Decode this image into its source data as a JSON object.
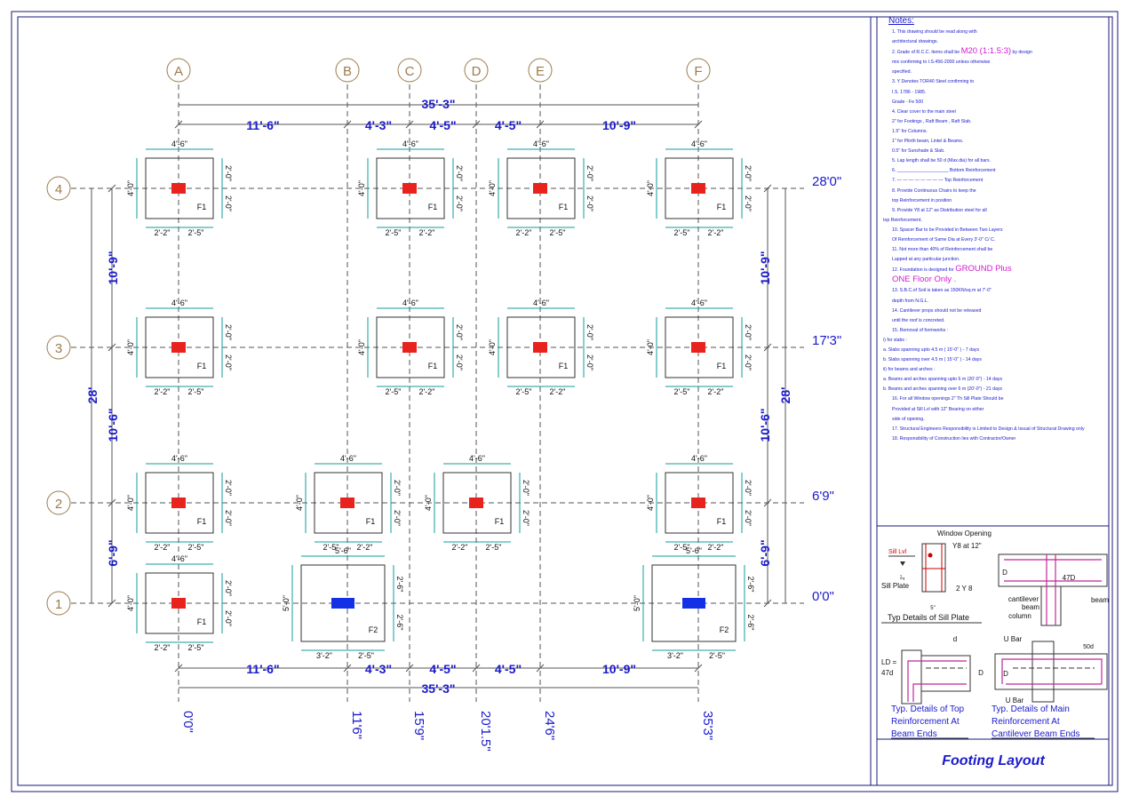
{
  "drawing_title": "Footing Layout",
  "grid": {
    "columns": [
      {
        "label": "A",
        "coord": "0'0\""
      },
      {
        "label": "B",
        "coord": "11'6\""
      },
      {
        "label": "C",
        "coord": "15'9\""
      },
      {
        "label": "D",
        "coord": "20'1.5\""
      },
      {
        "label": "E",
        "coord": "24'6\""
      },
      {
        "label": "F",
        "coord": "35'3\""
      }
    ],
    "rows": [
      {
        "label": "4",
        "coord": "28'0\""
      },
      {
        "label": "3",
        "coord": "17'3\""
      },
      {
        "label": "2",
        "coord": "6'9\""
      },
      {
        "label": "1",
        "coord": "0'0\""
      }
    ]
  },
  "dimensions": {
    "overall_horizontal": "35'-3\"",
    "horizontal_segments": [
      "11'-6\"",
      "4'-3\"",
      "4'-5\"",
      "4'-5\"",
      "10'-9\""
    ],
    "overall_vertical": "28'",
    "vertical_segments": [
      "10'-9\"",
      "10'-6\"",
      "6'-9\""
    ]
  },
  "footings": [
    {
      "col": "A",
      "row": "4",
      "mark": "F1",
      "width": "4'-6\"",
      "height": "4'-0\"",
      "side_top": "2'-0\"",
      "side_bottom": "2'-0\"",
      "left_dim": "2'-2\"",
      "right_dim": "2'-5\"",
      "column_color": "#e8231e"
    },
    {
      "col": "C",
      "row": "4",
      "mark": "F1",
      "width": "4'-6\"",
      "height": "4'-0\"",
      "side_top": "2'-0\"",
      "side_bottom": "2'-0\"",
      "left_dim": "2'-5\"",
      "right_dim": "2'-2\"",
      "column_color": "#e8231e"
    },
    {
      "col": "E",
      "row": "4",
      "mark": "F1",
      "width": "4'-6\"",
      "height": "4'-0\"",
      "side_top": "2'-0\"",
      "side_bottom": "2'-0\"",
      "left_dim": "2'-2\"",
      "right_dim": "2'-5\"",
      "column_color": "#e8231e"
    },
    {
      "col": "F",
      "row": "4",
      "mark": "F1",
      "width": "4'-6\"",
      "height": "4'-0\"",
      "side_top": "2'-0\"",
      "side_bottom": "2'-0\"",
      "left_dim": "2'-5\"",
      "right_dim": "2'-2\"",
      "column_color": "#e8231e"
    },
    {
      "col": "A",
      "row": "3",
      "mark": "F1",
      "width": "4'-6\"",
      "height": "4'-0\"",
      "side_top": "2'-0\"",
      "side_bottom": "2'-0\"",
      "left_dim": "2'-2\"",
      "right_dim": "2'-5\"",
      "column_color": "#e8231e"
    },
    {
      "col": "C",
      "row": "3",
      "mark": "F1",
      "width": "4'-6\"",
      "height": "4'-0\"",
      "side_top": "2'-0\"",
      "side_bottom": "2'-0\"",
      "left_dim": "2'-5\"",
      "right_dim": "2'-2\"",
      "column_color": "#e8231e"
    },
    {
      "col": "E",
      "row": "3",
      "mark": "F1",
      "width": "4'-6\"",
      "height": "4'-0\"",
      "side_top": "2'-0\"",
      "side_bottom": "2'-0\"",
      "left_dim": "2'-5\"",
      "right_dim": "2'-2\"",
      "column_color": "#e8231e"
    },
    {
      "col": "F",
      "row": "3",
      "mark": "F1",
      "width": "4'-6\"",
      "height": "4'-0\"",
      "side_top": "2'-0\"",
      "side_bottom": "2'-0\"",
      "left_dim": "2'-5\"",
      "right_dim": "2'-2\"",
      "column_color": "#e8231e"
    },
    {
      "col": "A",
      "row": "2",
      "mark": "F1",
      "width": "4'-6\"",
      "height": "4'-0\"",
      "side_top": "2'-0\"",
      "side_bottom": "2'-0\"",
      "left_dim": "2'-2\"",
      "right_dim": "2'-5\"",
      "column_color": "#e8231e"
    },
    {
      "col": "B",
      "row": "2",
      "mark": "F1",
      "width": "4'-6\"",
      "height": "4'-0\"",
      "side_top": "2'-0\"",
      "side_bottom": "2'-0\"",
      "left_dim": "2'-5\"",
      "right_dim": "2'-2\"",
      "column_color": "#e8231e"
    },
    {
      "col": "D",
      "row": "2",
      "mark": "F1",
      "width": "4'-6\"",
      "height": "4'-0\"",
      "side_top": "2'-0\"",
      "side_bottom": "2'-0\"",
      "left_dim": "2'-2\"",
      "right_dim": "2'-5\"",
      "column_color": "#e8231e"
    },
    {
      "col": "F",
      "row": "2",
      "mark": "F1",
      "width": "4'-6\"",
      "height": "4'-0\"",
      "side_top": "2'-0\"",
      "side_bottom": "2'-0\"",
      "left_dim": "2'-5\"",
      "right_dim": "2'-2\"",
      "column_color": "#e8231e"
    },
    {
      "col": "A",
      "row": "1",
      "mark": "F1",
      "width": "4'-6\"",
      "height": "4'-0\"",
      "side_top": "2'-0\"",
      "side_bottom": "2'-0\"",
      "left_dim": "2'-2\"",
      "right_dim": "2'-5\"",
      "column_color": "#e8231e"
    },
    {
      "col": "B",
      "row": "1",
      "mark": "F2",
      "width": "5'-6\"",
      "height": "5'-0\"",
      "side_top": "2'-6\"",
      "side_bottom": "2'-6\"",
      "left_dim": "3'-2\"",
      "right_dim": "2'-5\"",
      "column_color": "#1330e6"
    },
    {
      "col": "F",
      "row": "1",
      "mark": "F2",
      "width": "5'-6\"",
      "height": "5'-0\"",
      "side_top": "2'-6\"",
      "side_bottom": "2'-6\"",
      "left_dim": "3'-2\"",
      "right_dim": "2'-5\"",
      "column_color": "#1330e6"
    }
  ],
  "notes": {
    "heading": "Notes:",
    "items": [
      {
        "pre": "1.  This drawing should be read along with",
        "big": "",
        "post": ""
      },
      {
        "pre": "      architectural drawings.",
        "big": "",
        "post": ""
      },
      {
        "pre": "2.  Grade of R.C.C. items shall be ",
        "big": "M20 (1:1.5:3)",
        "post": "     by design"
      },
      {
        "pre": "      mix confirming to I.S.456-2000 unless otherwise",
        "big": "",
        "post": ""
      },
      {
        "pre": "      specified.",
        "big": "",
        "post": ""
      },
      {
        "pre": "3.  Y Denotes TOR40 Steel confirming to",
        "big": "",
        "post": ""
      },
      {
        "pre": "      I.S. 1786 - 1985.",
        "big": "",
        "post": ""
      },
      {
        "pre": "      Grade - Fe 500",
        "big": "",
        "post": ""
      },
      {
        "pre": "4.  Clear cover to the main steel",
        "big": "",
        "post": ""
      },
      {
        "pre": " 2\"  for Footings , Raft Beam , Raft Slab.",
        "big": "",
        "post": ""
      },
      {
        "pre": " 1.5\"  for Columns.",
        "big": "",
        "post": ""
      },
      {
        "pre": " 1\"   for Plinth beam, Lintel & Beams.",
        "big": "",
        "post": ""
      },
      {
        "pre": " 0.5\"  for Sunshade & Slab.",
        "big": "",
        "post": ""
      },
      {
        "pre": "5.  Lap length shall be 50 d (Max.dia) for all bars.",
        "big": "",
        "post": ""
      },
      {
        "pre": "6.  ____________________  Bottom Reinforcement",
        "big": "",
        "post": ""
      },
      {
        "pre": "7.  — — — — — — — —  Top Reinforcement",
        "big": "",
        "post": ""
      },
      {
        "pre": "8.  Provide Continuous Chairs to keep the",
        "big": "",
        "post": ""
      },
      {
        "pre": "      top Reinforcement in position",
        "big": "",
        "post": ""
      },
      {
        "pre": "9.  Provide Y8 at 12\" as Distribution steel for all",
        "big": "",
        "post": ""
      },
      {
        "pre": "top Reinforcement.",
        "big": "",
        "post": ""
      },
      {
        "pre": "10.  Spacer Bar to be Provided in Between Two Layers",
        "big": "",
        "post": ""
      },
      {
        "pre": "      Of Reinforcement of Same Dia at Every  3'-0\"  C/ C.",
        "big": "",
        "post": ""
      },
      {
        "pre": "11.  Not more than 40% of Reinforcement shall be",
        "big": "",
        "post": ""
      },
      {
        "pre": "      Lapped at any particular junction.",
        "big": "",
        "post": ""
      },
      {
        "pre": "12. Foundation is designed for          ",
        "big": "GROUND Plus",
        "post": ""
      },
      {
        "pre": "       ",
        "big": "ONE Floor Only .",
        "post": ""
      },
      {
        "pre": "13.  S.B.C.of Soil is taken as 150KN/sq.m  at 7'-0\"",
        "big": "",
        "post": ""
      },
      {
        "pre": "      depth from N.G.L.",
        "big": "",
        "post": ""
      },
      {
        "pre": "14.  Cantilever props should not be released",
        "big": "",
        "post": ""
      },
      {
        "pre": "      until the roof is concreted.",
        "big": "",
        "post": ""
      },
      {
        "pre": "15.  Removal of formworks :",
        "big": "",
        "post": ""
      },
      {
        "pre": "i)  for slabs :",
        "big": "",
        "post": ""
      },
      {
        "pre": "a.  Slabs spanning upto 4.5 m ( 15'-0\" ) - 7 days",
        "big": "",
        "post": ""
      },
      {
        "pre": "b.  Slabs spanning over 4.5 m ( 15'-0\" ) - 14 days",
        "big": "",
        "post": ""
      },
      {
        "pre": "ii) for beams and arches :",
        "big": "",
        "post": ""
      },
      {
        "pre": "a. Beams and arches spanning upto 6 m (20'-0\") - 14 days",
        "big": "",
        "post": ""
      },
      {
        "pre": "b. Beams and arches spanning over 6 m (20'-0\") - 21 days",
        "big": "",
        "post": ""
      },
      {
        "pre": "16.  For all Window openings 2\" Th Sill Plate Should be",
        "big": "",
        "post": ""
      },
      {
        "pre": "      Provided at Sill Lvl with 12\" Bearing on either",
        "big": "",
        "post": ""
      },
      {
        "pre": "      side of opening.",
        "big": "",
        "post": ""
      },
      {
        "pre": "17.  Structural Engineers Responsibility is Limited to Design & Issual of Structural Drawing only",
        "big": "",
        "post": ""
      },
      {
        "pre": "18.  Responsibility of Construction lies with Contractor/Owner",
        "big": "",
        "post": ""
      }
    ]
  },
  "details": {
    "sill": {
      "caption": "Typ Details of Sill Plate",
      "window_opening": "Window Opening",
      "y8": "Y8 at 12\"",
      "sill_lvl": "Sill Lvl",
      "sill_plate": "Sill Plate",
      "two_y8": "2 Y 8",
      "two_in": "2\"",
      "five_in": "5\""
    },
    "cantilever": {
      "d": "D",
      "d47": "47D",
      "cantilever": "cantilever",
      "beam1": "beam",
      "beam2": "beam",
      "column": "column"
    },
    "top_reinf": {
      "caption1": "Typ. Details of Top",
      "caption2": "Reinforcement At",
      "caption3": "Beam Ends",
      "ld": "LD =",
      "ld2": "47d",
      "d_small": "d",
      "d_big": "D"
    },
    "main_reinf": {
      "caption1": "Typ. Details of Main",
      "caption2": "Reinforcement At",
      "caption3": "Cantilever Beam Ends",
      "ubar1": "U Bar",
      "ubar2": "U Bar",
      "d50": "50d",
      "d_big": "D"
    }
  }
}
